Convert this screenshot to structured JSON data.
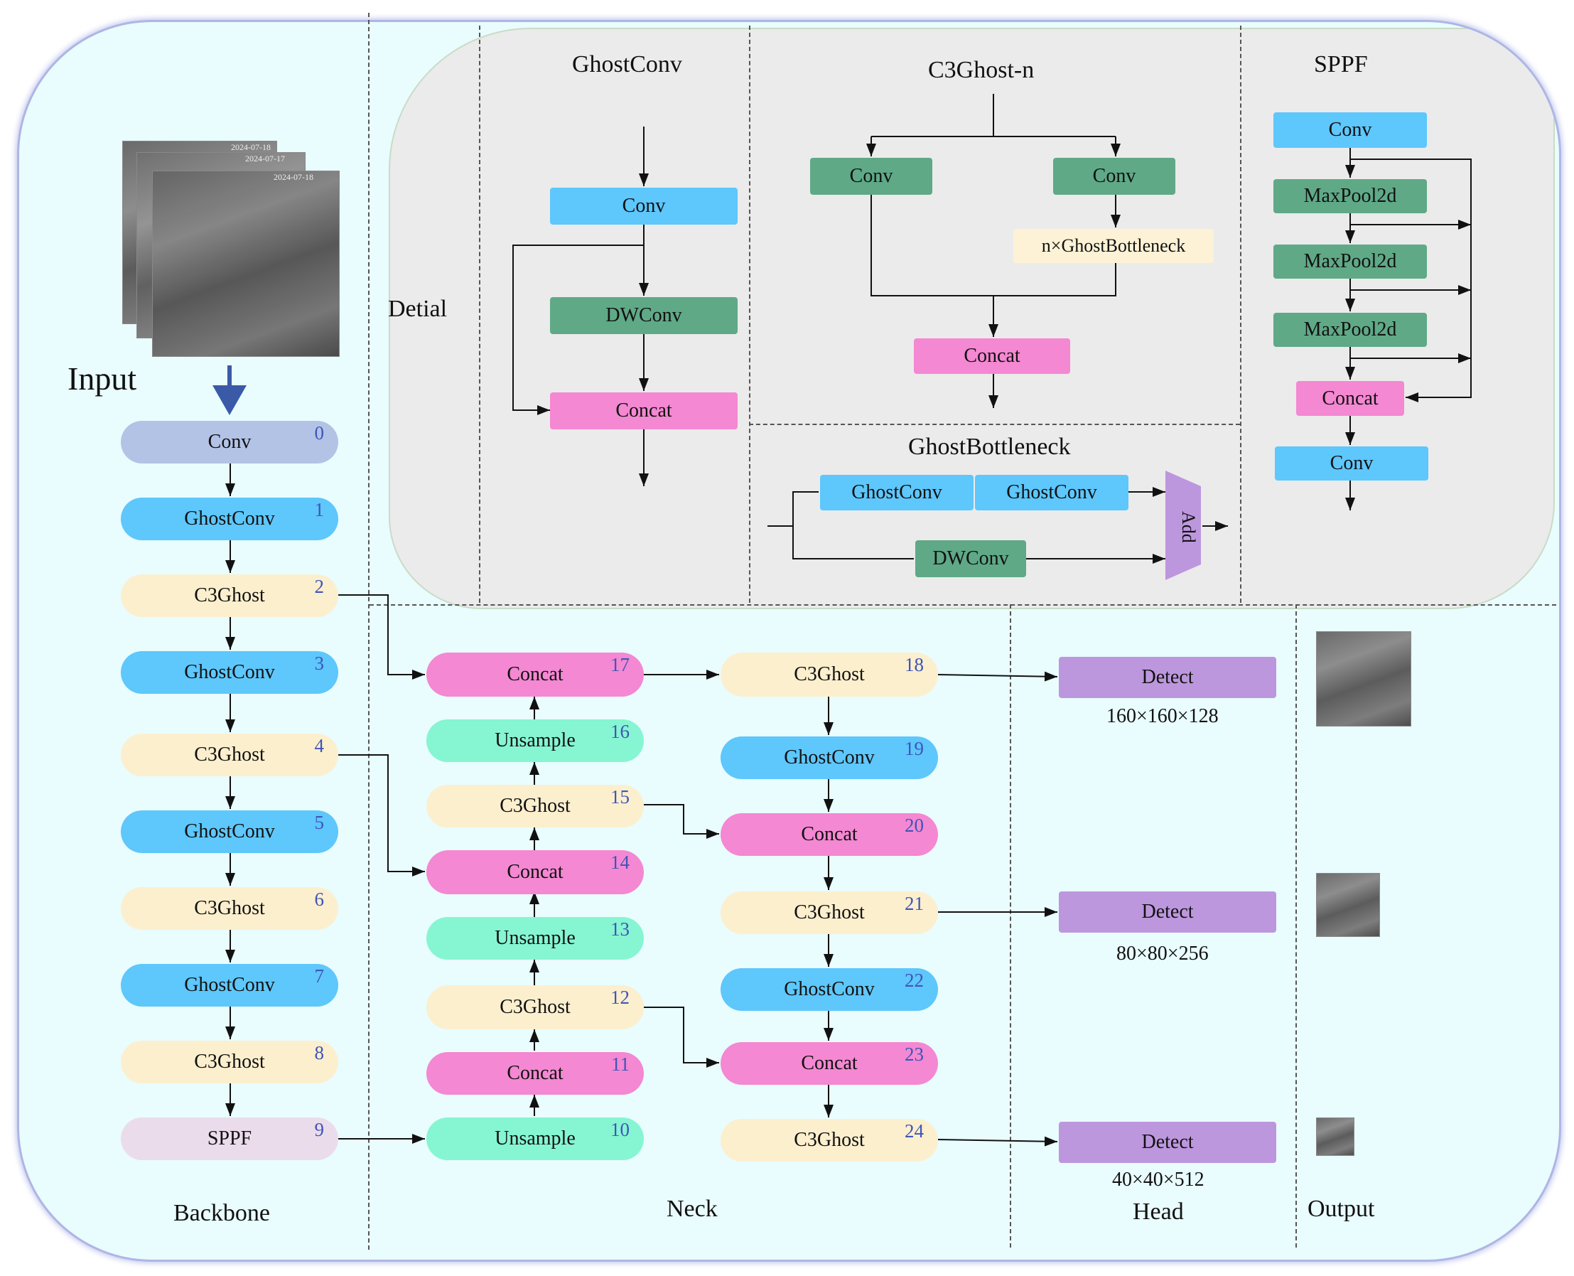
{
  "sections": {
    "input": "Input",
    "backbone": "Backbone",
    "neck": "Neck",
    "head": "Head",
    "output": "Output",
    "detail": "Detial"
  },
  "input_timestamps": [
    "2024-07-18",
    "2024-07-17",
    "2024-07-18"
  ],
  "backbone": [
    {
      "label": "Conv",
      "num": "0"
    },
    {
      "label": "GhostConv",
      "num": "1"
    },
    {
      "label": "C3Ghost",
      "num": "2"
    },
    {
      "label": "GhostConv",
      "num": "3"
    },
    {
      "label": "C3Ghost",
      "num": "4"
    },
    {
      "label": "GhostConv",
      "num": "5"
    },
    {
      "label": "C3Ghost",
      "num": "6"
    },
    {
      "label": "GhostConv",
      "num": "7"
    },
    {
      "label": "C3Ghost",
      "num": "8"
    },
    {
      "label": "SPPF",
      "num": "9"
    }
  ],
  "neck_left": [
    {
      "label": "Concat",
      "num": "17"
    },
    {
      "label": "Unsample",
      "num": "16"
    },
    {
      "label": "C3Ghost",
      "num": "15"
    },
    {
      "label": "Concat",
      "num": "14"
    },
    {
      "label": "Unsample",
      "num": "13"
    },
    {
      "label": "C3Ghost",
      "num": "12"
    },
    {
      "label": "Concat",
      "num": "11"
    },
    {
      "label": "Unsample",
      "num": "10"
    }
  ],
  "neck_right": [
    {
      "label": "C3Ghost",
      "num": "18"
    },
    {
      "label": "GhostConv",
      "num": "19"
    },
    {
      "label": "Concat",
      "num": "20"
    },
    {
      "label": "C3Ghost",
      "num": "21"
    },
    {
      "label": "GhostConv",
      "num": "22"
    },
    {
      "label": "Concat",
      "num": "23"
    },
    {
      "label": "C3Ghost",
      "num": "24"
    }
  ],
  "head": [
    {
      "label": "Detect",
      "size": "160×160×128"
    },
    {
      "label": "Detect",
      "size": "80×80×256"
    },
    {
      "label": "Detect",
      "size": "40×40×512"
    }
  ],
  "ghostconv_detail": {
    "title": "GhostConv",
    "conv": "Conv",
    "dwconv": "DWConv",
    "concat": "Concat"
  },
  "c3ghost_detail": {
    "title": "C3Ghost-n",
    "conv_left": "Conv",
    "conv_right": "Conv",
    "bottleneck": "n×GhostBottleneck",
    "concat": "Concat"
  },
  "ghostbottleneck_detail": {
    "title": "GhostBottleneck",
    "ghostconv_a": "GhostConv",
    "ghostconv_b": "GhostConv",
    "dwconv": "DWConv",
    "add": "Add"
  },
  "sppf_detail": {
    "title": "SPPF",
    "conv_top": "Conv",
    "maxpool_1": "MaxPool2d",
    "maxpool_2": "MaxPool2d",
    "maxpool_3": "MaxPool2d",
    "concat": "Concat",
    "conv_bottom": "Conv"
  },
  "colors": {
    "background": "#e9fcfe",
    "detail_panel": "#ebebeb",
    "conv": "#b3c3e6",
    "ghostconv": "#5ec7fc",
    "c3ghost": "#fcefce",
    "concat": "#f488d2",
    "unsample": "#86f5d2",
    "sppf": "#ebdcec",
    "dwconv": "#5fa987",
    "detect": "#bd97de",
    "number": "#4055b8",
    "input_arrow": "#3a5aa8"
  }
}
